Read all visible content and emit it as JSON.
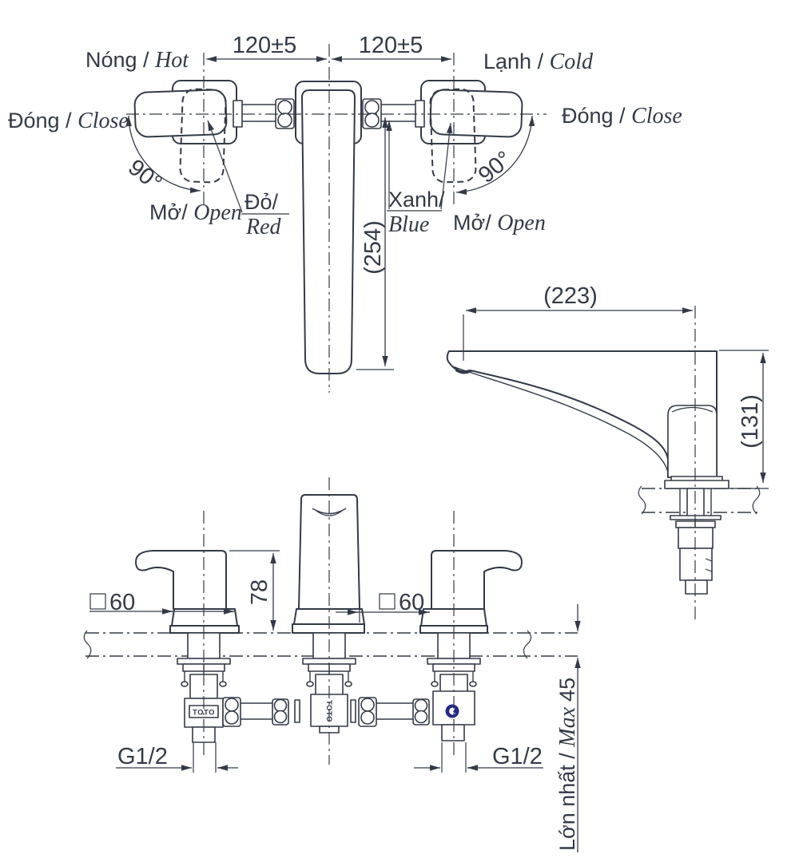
{
  "drawing": {
    "kind": "faucet installation dimension drawing",
    "views": [
      "plan view",
      "side view",
      "front view"
    ]
  },
  "colors": {
    "line": "#333a47",
    "accent_blue": "#232a8c",
    "background": "#ffffff"
  },
  "plan": {
    "dim_left": "120±5",
    "dim_right": "120±5",
    "dim_spout": "(254)",
    "hot_vi": "Nóng / ",
    "hot_en": "Hot",
    "cold_vi": "Lạnh / ",
    "cold_en": "Cold",
    "close_left_vi": "Đóng / ",
    "close_left_en": "Close",
    "close_right_vi": "Đóng / ",
    "close_right_en": "Close",
    "open_left_vi": "Mở/ ",
    "open_left_en": "Open",
    "open_right_vi": "Mở/ ",
    "open_right_en": "Open",
    "angle_left": "90°",
    "angle_right": "90°",
    "red_vi": "Đỏ/",
    "red_en": "Red",
    "blue_vi": "Xanh/",
    "blue_en": "Blue"
  },
  "side": {
    "dim_reach": "(223)",
    "dim_height": "(131)"
  },
  "front": {
    "dim_handle_height": "78",
    "square_symbol_left": "",
    "dim_sq_left": "60",
    "dim_sq_right": "60",
    "thread_left": "G1/2",
    "thread_right": "G1/2",
    "max_vi": "Lớn nhất / ",
    "max_en": "Max ",
    "max_value": "45",
    "logo_left": "TOTO",
    "logo_center": "TOTO"
  }
}
